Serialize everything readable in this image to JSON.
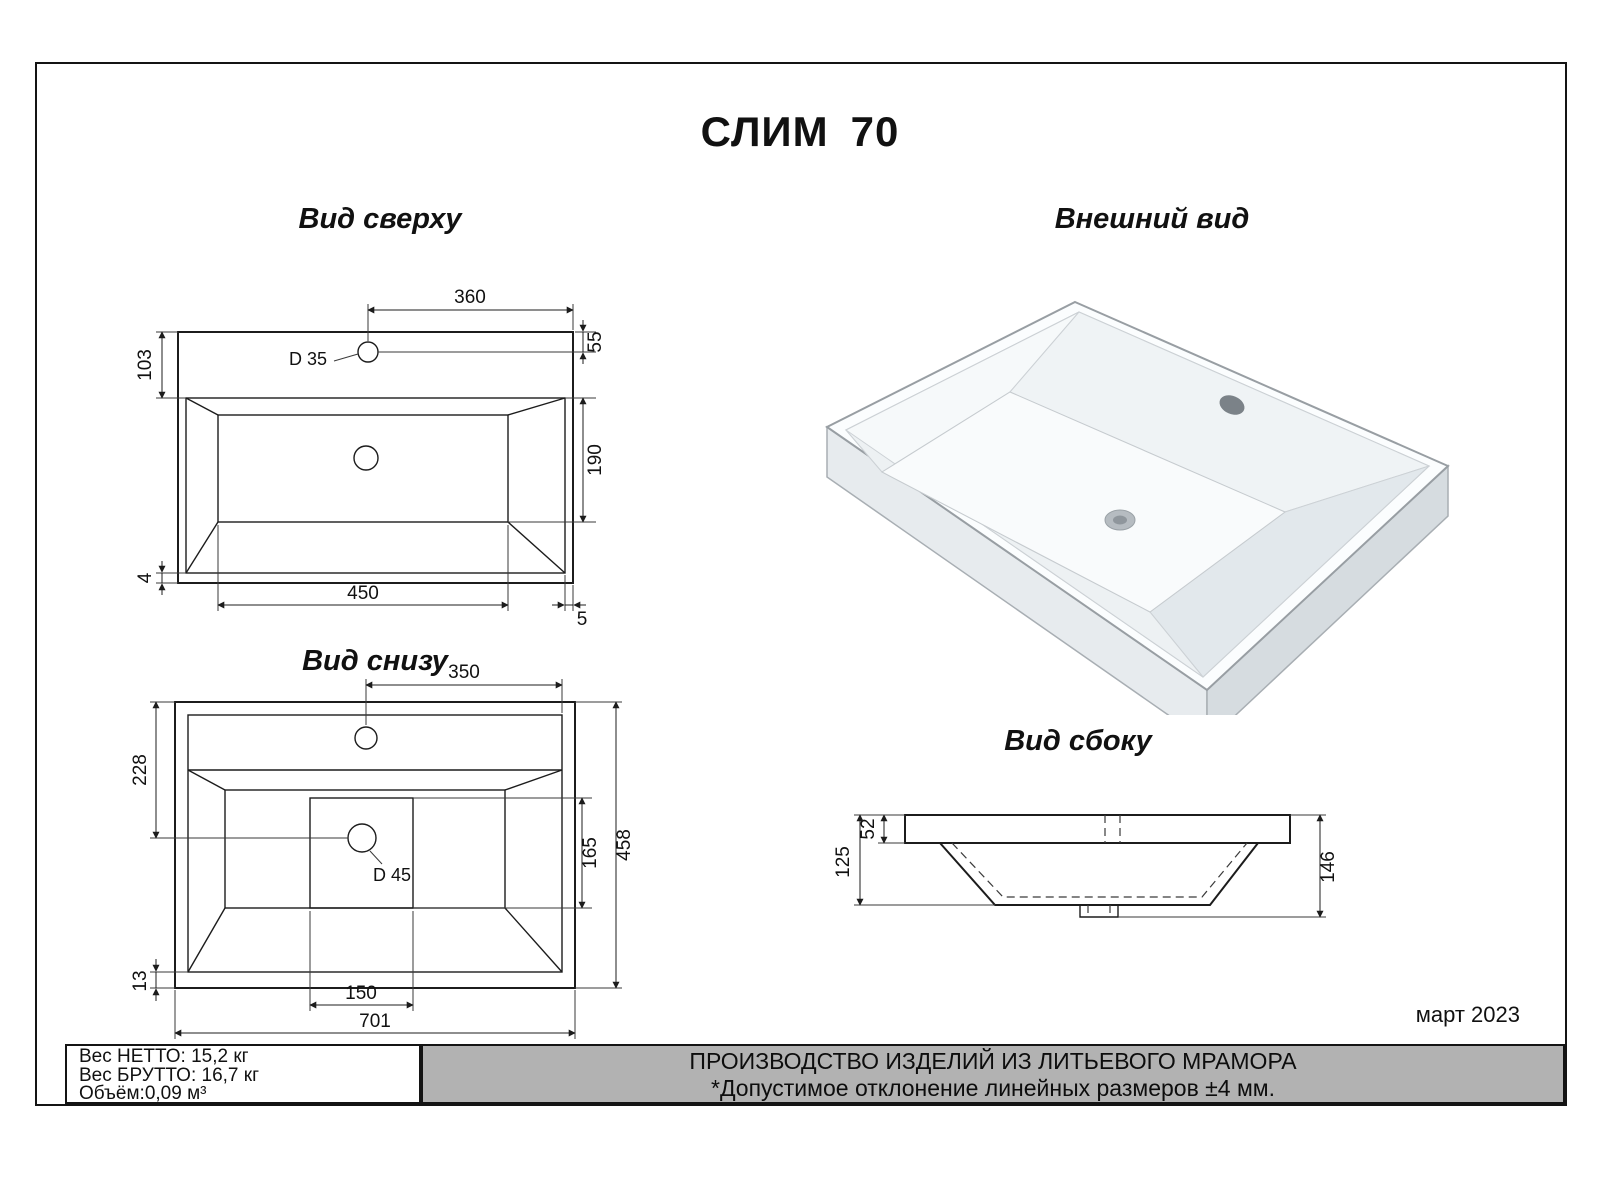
{
  "title": {
    "model": "СЛИМ",
    "size": "70"
  },
  "views": {
    "top": {
      "label": "Вид сверху",
      "dims": {
        "d360": "360",
        "d55": "55",
        "d35": "D 35",
        "d103": "103",
        "d190": "190",
        "d4": "4",
        "d450": "450",
        "d5": "5"
      }
    },
    "external": {
      "label": "Внешний вид"
    },
    "bottom": {
      "label": "Вид снизу",
      "dims": {
        "d350": "350",
        "d228": "228",
        "d165": "165",
        "d458": "458",
        "d45": "D 45",
        "d13": "13",
        "d150": "150",
        "d701": "701"
      }
    },
    "side": {
      "label": "Вид сбоку",
      "dims": {
        "d52": "52",
        "d125": "125",
        "d146": "146"
      }
    }
  },
  "date": "март 2023",
  "info_box": {
    "net_weight": "Вес НЕТТО: 15,2 кг",
    "gross_weight": "Вес БРУТТО: 16,7 кг",
    "volume": "Объём:0,09 м³"
  },
  "production_bar": {
    "line1": "ПРОИЗВОДСТВО ИЗДЕЛИЙ ИЗ ЛИТЬЕВОГО МРАМОРА",
    "line2": "*Допустимое отклонение линейных размеров ±4 мм."
  }
}
